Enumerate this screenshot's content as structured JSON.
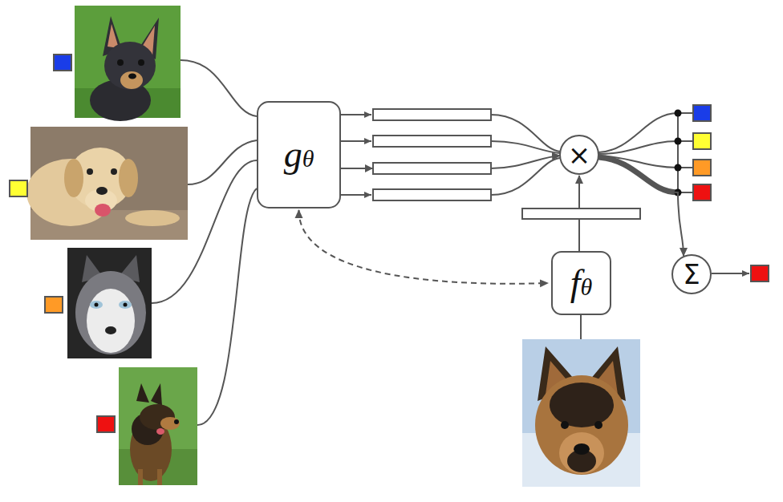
{
  "diagram": {
    "nodes": [
      {
        "text": [
          "gθ"
        ]
      },
      {
        "text": [
          "×"
        ]
      },
      {
        "text": [
          "fθ"
        ]
      },
      {
        "text": [
          "Σ"
        ]
      }
    ],
    "edges": [
      {
        "from": 0,
        "to": 1,
        "arrow": "to"
      },
      {
        "from": 2,
        "to": 1,
        "arrow": "to"
      },
      {
        "from": 1,
        "to": 3,
        "arrow": "to"
      },
      {
        "from": 0,
        "to": 2,
        "arrow": "both"
      }
    ]
  }
}
